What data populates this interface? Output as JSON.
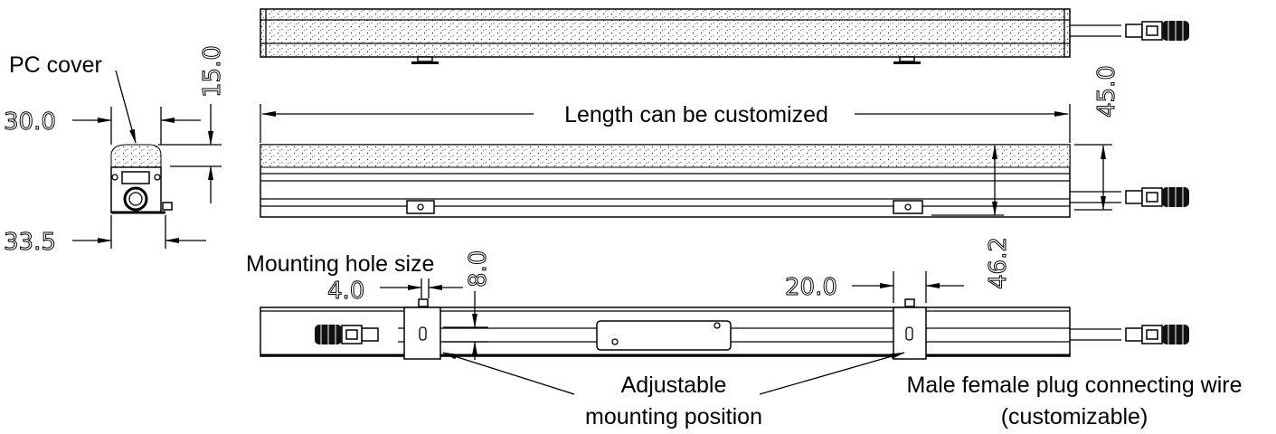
{
  "labels": {
    "pc_cover": "PC cover",
    "length": "Length can be customized",
    "mounting_hole": "Mounting hole size",
    "adjustable_1": "Adjustable",
    "adjustable_2": "mounting position",
    "plug_1": "Male female plug connecting wire",
    "plug_2": "(customizable)"
  },
  "dimensions": {
    "width_cover": "30.0",
    "height_cover": "15.0",
    "width_base": "33.5",
    "height_total": "45.0",
    "height_with_clip": "46.2",
    "hole_width": "4.0",
    "hole_length": "8.0",
    "clip_width": "20.0"
  }
}
